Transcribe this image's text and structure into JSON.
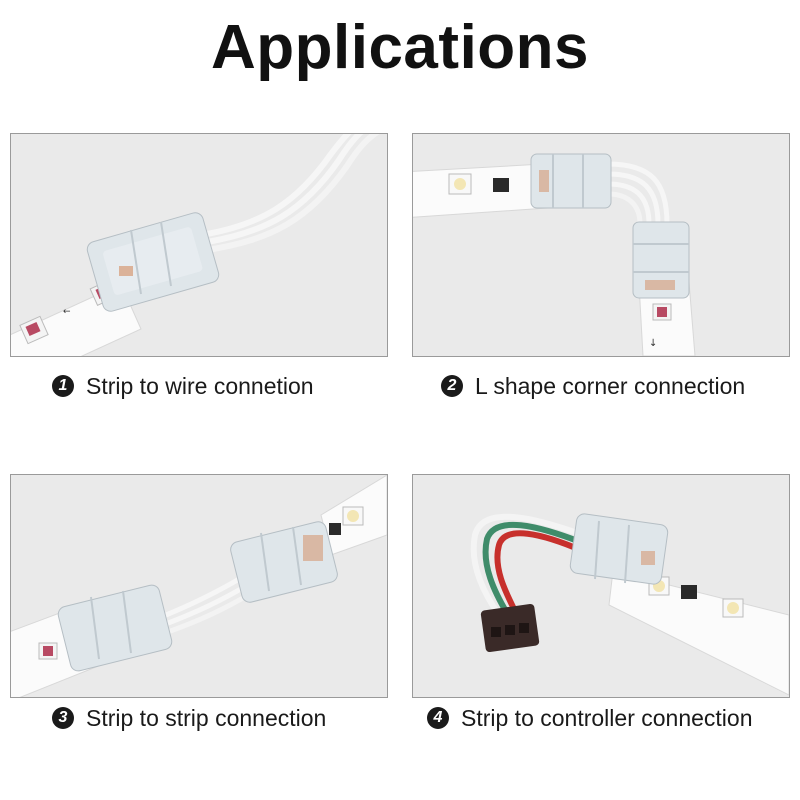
{
  "title": "Applications",
  "colors": {
    "strip": "#fbfbfb",
    "connector": "#dfe6ea",
    "background": "#ebebeb",
    "badge": "#1a1a1a"
  },
  "icons": [
    "connector-icon",
    "led-strip-icon",
    "wire-icon",
    "plug-icon"
  ],
  "applications": [
    {
      "number": "1",
      "label": "Strip to wire connetion"
    },
    {
      "number": "2",
      "label": "L shape corner connection"
    },
    {
      "number": "3",
      "label": "Strip to strip connection"
    },
    {
      "number": "4",
      "label": "Strip to controller connection"
    }
  ]
}
